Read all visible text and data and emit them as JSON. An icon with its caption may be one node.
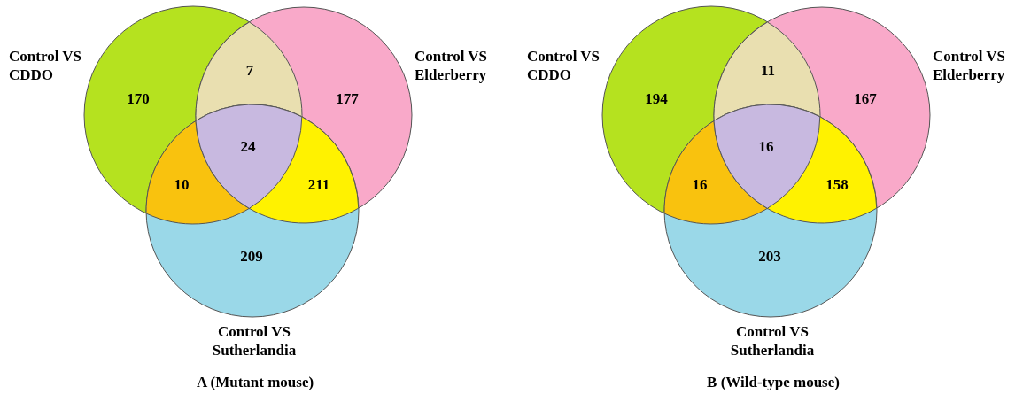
{
  "diagram": {
    "nodes": [
      {
        "text": [
          "Control VS CDDO",
          "170"
        ]
      },
      {
        "text": [
          "177",
          "Control VS Elderberry"
        ]
      },
      {
        "text": [
          "209",
          "Control VS Sutherlandia"
        ]
      },
      {
        "text": [
          "7"
        ]
      },
      {
        "text": [
          "10"
        ]
      },
      {
        "text": [
          "24"
        ]
      },
      {
        "text": [
          "211"
        ]
      },
      {
        "text": [
          "Control VS CDDO",
          "194"
        ]
      },
      {
        "text": [
          "167",
          "Control VS Elderberry"
        ]
      },
      {
        "text": [
          "203",
          "Control VS Sutherlandia"
        ]
      },
      {
        "text": [
          "11"
        ]
      },
      {
        "text": [
          "16"
        ]
      },
      {
        "text": [
          "16"
        ]
      },
      {
        "text": [
          "158"
        ]
      }
    ],
    "labels": [
      "A (Mutant mouse)",
      "B (Wild-type mouse)"
    ]
  }
}
